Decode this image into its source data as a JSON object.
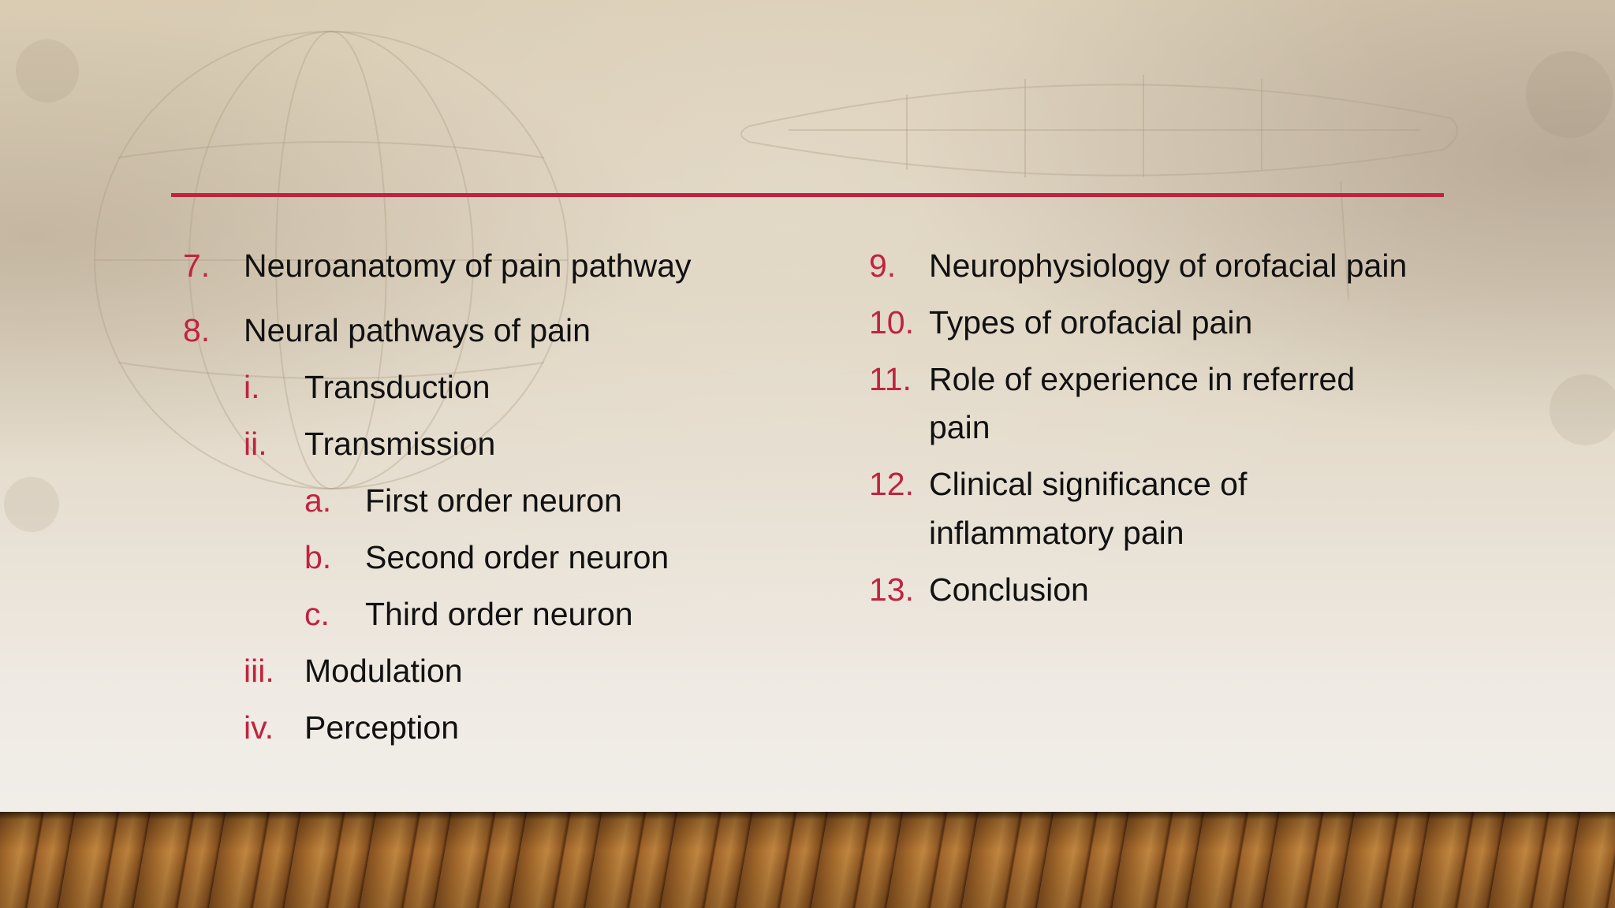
{
  "slide": {
    "left_items": [
      {
        "marker": "7.",
        "text": "Neuroanatomy of pain pathway"
      },
      {
        "marker": "8.",
        "text": "Neural pathways of pain"
      },
      {
        "marker": "i.",
        "text": "Transduction"
      },
      {
        "marker": "ii.",
        "text": "Transmission"
      },
      {
        "marker": "a.",
        "text": "First order neuron"
      },
      {
        "marker": "b.",
        "text": "Second order neuron"
      },
      {
        "marker": "c.",
        "text": "Third order neuron"
      },
      {
        "marker": "iii.",
        "text": "Modulation"
      },
      {
        "marker": "iv.",
        "text": "Perception"
      }
    ],
    "right_items": [
      {
        "marker": "9.",
        "text": "Neurophysiology of orofacial pain"
      },
      {
        "marker": "10.",
        "text": "Types of orofacial pain"
      },
      {
        "marker": "11.",
        "text": "Role of experience in referred",
        "text2": "pain"
      },
      {
        "marker": "12.",
        "text": "Clinical significance of",
        "text2": "inflammatory pain"
      },
      {
        "marker": "13.",
        "text": "Conclusion"
      }
    ]
  },
  "colors": {
    "accent": "#c0233f",
    "text": "#111111"
  }
}
